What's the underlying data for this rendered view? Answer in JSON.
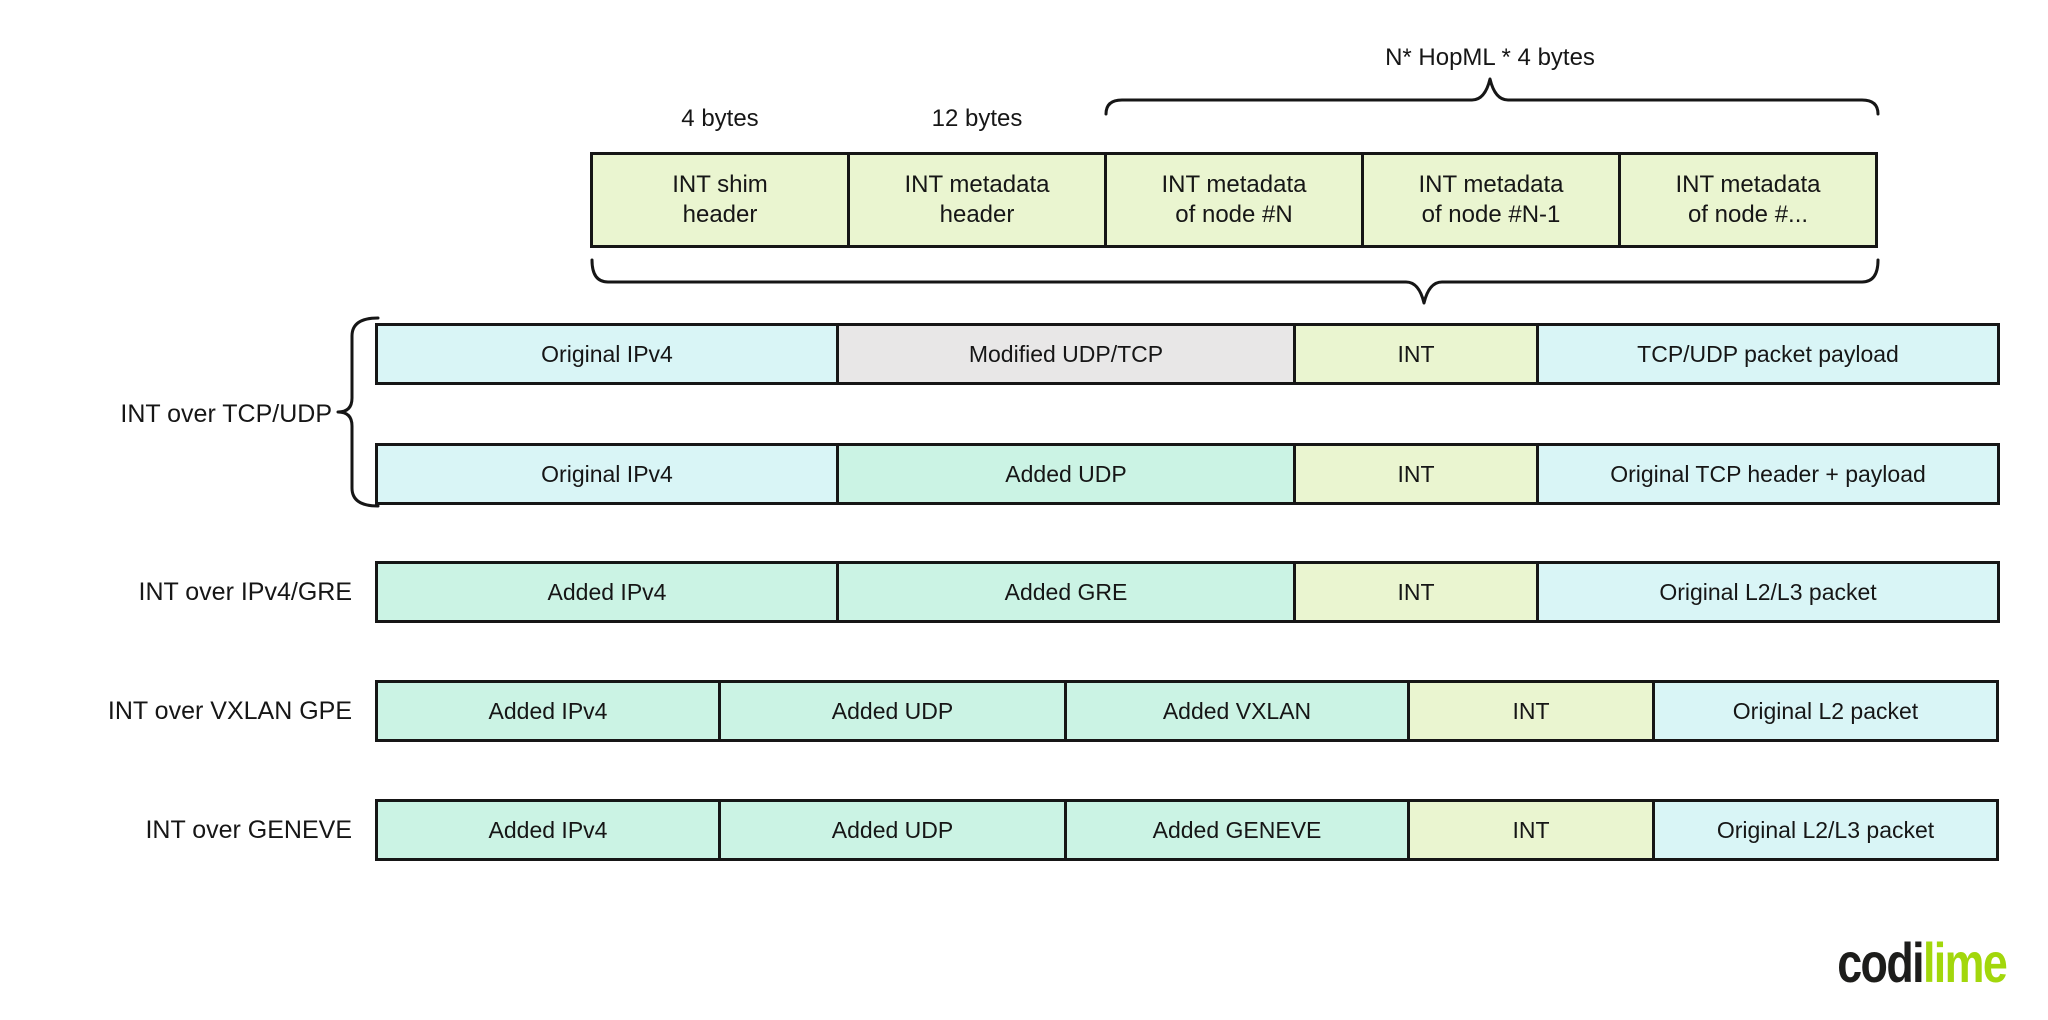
{
  "colors": {
    "box_yellow_green": "#eaf5d0",
    "box_cyan": "#d9f5f6",
    "box_mint": "#cbf3e4",
    "box_gray": "#e8e7e7",
    "border": "#161616",
    "logo_black": "#1d1d1b",
    "logo_lime": "#a2d70c"
  },
  "annotations": {
    "bytes4": "4 bytes",
    "bytes12": "12 bytes",
    "hopml": "N* HopML * 4 bytes"
  },
  "int_stack": {
    "cells": [
      {
        "line1": "INT shim",
        "line2": "header"
      },
      {
        "line1": "INT metadata",
        "line2": "header"
      },
      {
        "line1": "INT metadata",
        "line2": "of node #N"
      },
      {
        "line1": "INT metadata",
        "line2": "of node #N-1"
      },
      {
        "line1": "INT metadata",
        "line2": "of node #..."
      }
    ]
  },
  "group_labels": [
    {
      "text": "INT over TCP/UDP"
    },
    {
      "text": "INT over IPv4/GRE"
    },
    {
      "text": "INT over VXLAN GPE"
    },
    {
      "text": "INT over GENEVE"
    }
  ],
  "rows": [
    {
      "cells": [
        {
          "text": "Original IPv4"
        },
        {
          "text": "Modified UDP/TCP"
        },
        {
          "text": "INT"
        },
        {
          "text": "TCP/UDP packet payload"
        }
      ]
    },
    {
      "cells": [
        {
          "text": "Original IPv4"
        },
        {
          "text": "Added UDP"
        },
        {
          "text": "INT"
        },
        {
          "text": "Original TCP header + payload"
        }
      ]
    },
    {
      "cells": [
        {
          "text": "Added IPv4"
        },
        {
          "text": "Added GRE"
        },
        {
          "text": "INT"
        },
        {
          "text": "Original L2/L3 packet"
        }
      ]
    },
    {
      "cells": [
        {
          "text": "Added IPv4"
        },
        {
          "text": "Added UDP"
        },
        {
          "text": "Added VXLAN"
        },
        {
          "text": "INT"
        },
        {
          "text": "Original L2 packet"
        }
      ]
    },
    {
      "cells": [
        {
          "text": "Added IPv4"
        },
        {
          "text": "Added UDP"
        },
        {
          "text": "Added GENEVE"
        },
        {
          "text": "INT"
        },
        {
          "text": "Original L2/L3 packet"
        }
      ]
    }
  ],
  "logo": {
    "part1": "codi",
    "part2": "lime"
  }
}
